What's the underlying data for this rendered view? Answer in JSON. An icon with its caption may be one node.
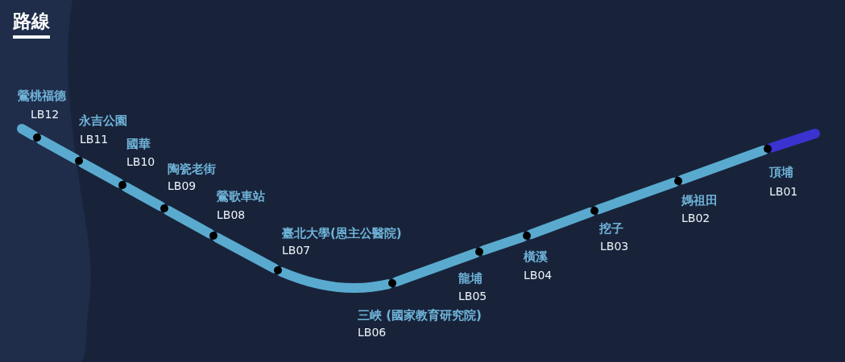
{
  "diagram": {
    "title": "路線",
    "nodes": [
      {
        "text": [],
        "shape": "circle",
        "beside": [
          "鶯桃福德",
          "LB12"
        ]
      },
      {
        "text": [],
        "shape": "circle",
        "beside": [
          "永吉公園",
          "LB11"
        ]
      },
      {
        "text": [],
        "shape": "circle",
        "beside": [
          "國華",
          "LB10"
        ]
      },
      {
        "text": [],
        "shape": "circle",
        "beside": [
          "陶瓷老街",
          "LB09"
        ]
      },
      {
        "text": [],
        "shape": "circle",
        "beside": [
          "鶯歌車站",
          "LB08"
        ]
      },
      {
        "text": [],
        "shape": "circle",
        "beside": [
          "臺北大學(恩主公醫院)",
          "LB07"
        ]
      },
      {
        "text": [],
        "shape": "circle",
        "beside": [
          "三峽 (國家教育研究院)",
          "LB06"
        ]
      },
      {
        "text": [],
        "shape": "circle",
        "beside": [
          "龍埔",
          "LB05"
        ]
      },
      {
        "text": [],
        "shape": "circle",
        "beside": [
          "橫溪",
          "LB04"
        ]
      },
      {
        "text": [],
        "shape": "circle",
        "beside": [
          "挖子",
          "LB03"
        ]
      },
      {
        "text": [],
        "shape": "circle",
        "beside": [
          "媽祖田",
          "LB02"
        ]
      },
      {
        "text": [],
        "shape": "circle",
        "beside": [
          "頂埔",
          "LB01"
        ]
      }
    ],
    "edges": [
      {
        "from": null,
        "to": 0,
        "arrow": "none"
      },
      {
        "from": 0,
        "to": 1,
        "arrow": "none"
      },
      {
        "from": 1,
        "to": 2,
        "arrow": "none"
      },
      {
        "from": 2,
        "to": 3,
        "arrow": "none"
      },
      {
        "from": 3,
        "to": 4,
        "arrow": "none"
      },
      {
        "from": 4,
        "to": 5,
        "arrow": "none"
      },
      {
        "from": 5,
        "to": 6,
        "arrow": "none"
      },
      {
        "from": 6,
        "to": 7,
        "arrow": "none"
      },
      {
        "from": 7,
        "to": 8,
        "arrow": "none"
      },
      {
        "from": 8,
        "to": 9,
        "arrow": "none"
      },
      {
        "from": 9,
        "to": 10,
        "arrow": "none"
      },
      {
        "from": 10,
        "to": 11,
        "arrow": "none"
      },
      {
        "from": 11,
        "to": null,
        "arrow": "none",
        "color": "#3a33cf"
      }
    ]
  }
}
